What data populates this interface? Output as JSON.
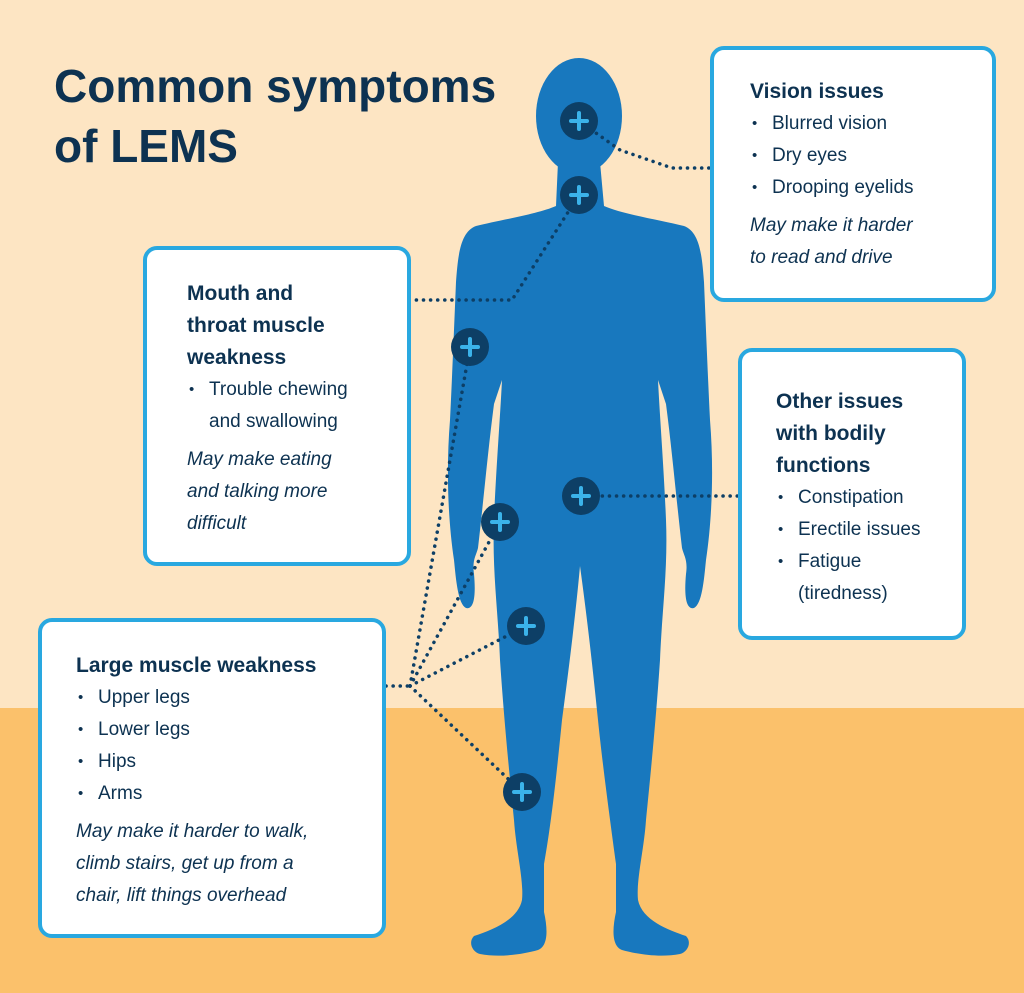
{
  "title": {
    "line1": "Common symptoms",
    "line2": "of LEMS"
  },
  "colors": {
    "background_top": "#FDE5C3",
    "background_floor": "#FBC16B",
    "body_silhouette": "#1878BE",
    "card_border": "#29A8E0",
    "marker_fill": "#0D3F66",
    "marker_cross": "#3BB3EA",
    "connector_dots": "#0D3F66",
    "text_dark": "#0D3251"
  },
  "icons": {
    "marker": "plus-circle-icon",
    "figure": "human-body-silhouette"
  },
  "cards": {
    "vision": {
      "heading": "Vision issues",
      "items": [
        "Blurred vision",
        "Dry eyes",
        "Drooping eyelids"
      ],
      "note": {
        "line1": "May make it harder",
        "line2": "to read and drive"
      }
    },
    "mouth": {
      "heading": {
        "line1": "Mouth and",
        "line2": "throat muscle",
        "line3": "weakness"
      },
      "items": [
        {
          "line1": "Trouble chewing",
          "line2": "and swallowing"
        }
      ],
      "note": {
        "line1": "May make eating",
        "line2": "and talking more",
        "line3": "difficult"
      }
    },
    "other": {
      "heading": {
        "line1": "Other issues",
        "line2": "with bodily",
        "line3": "functions"
      },
      "items": [
        "Constipation",
        "Erectile issues",
        {
          "line1": "Fatigue",
          "line2": "(tiredness)"
        }
      ]
    },
    "large": {
      "heading": "Large muscle weakness",
      "items": [
        "Upper legs",
        "Lower legs",
        "Hips",
        "Arms"
      ],
      "note": {
        "line1": "May make it harder to walk,",
        "line2": "climb stairs, get up from a",
        "line3": "chair, lift things overhead"
      }
    }
  }
}
